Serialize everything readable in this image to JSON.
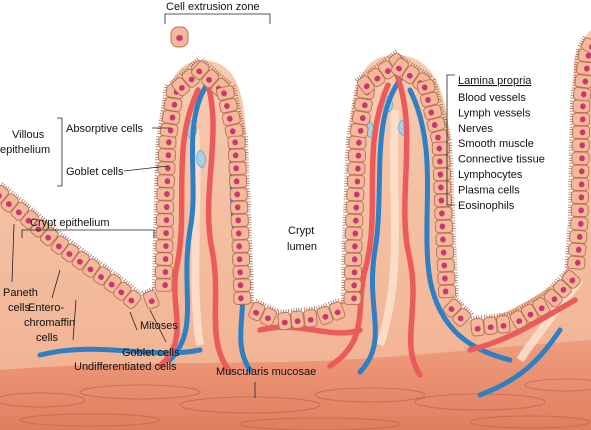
{
  "labels": {
    "cell_extrusion_zone": "Cell extrusion zone",
    "villous_epithelium_1": "Villous",
    "villous_epithelium_2": "epithelium",
    "absorptive_cells": "Absorptive cells",
    "goblet_cells_villus": "Goblet cells",
    "crypt_epithelium": "Crypt epithelium",
    "paneth_cells_1": "Paneth",
    "paneth_cells_2": "cells",
    "enterochromaffin_1": "Entero-",
    "enterochromaffin_2": "chromaffin",
    "enterochromaffin_3": "cells",
    "mitoses": "Mitoses",
    "goblet_cells_crypt": "Goblet cells",
    "undifferentiated_cells": "Undifferentiated cells",
    "crypt_lumen_1": "Crypt",
    "crypt_lumen_2": "lumen",
    "muscularis_mucosae": "Muscularis mucosae"
  },
  "lamina_propria": {
    "title": "Lamina propria",
    "items": [
      "Blood vessels",
      "Lymph vessels",
      "Nerves",
      "Smooth muscle",
      "Connective tissue",
      "Lymphocytes",
      "Plasma cells",
      "Eosinophils"
    ]
  },
  "colors": {
    "tissue": "#f4c2a4",
    "cell_fill": "#f3b99a",
    "cell_stroke": "#b86e55",
    "nucleus": "#c9376e",
    "artery": "#ec5b5b",
    "vein": "#2f7fc5",
    "lymph": "#a9cfe3",
    "muscle": "#e48a6c"
  }
}
